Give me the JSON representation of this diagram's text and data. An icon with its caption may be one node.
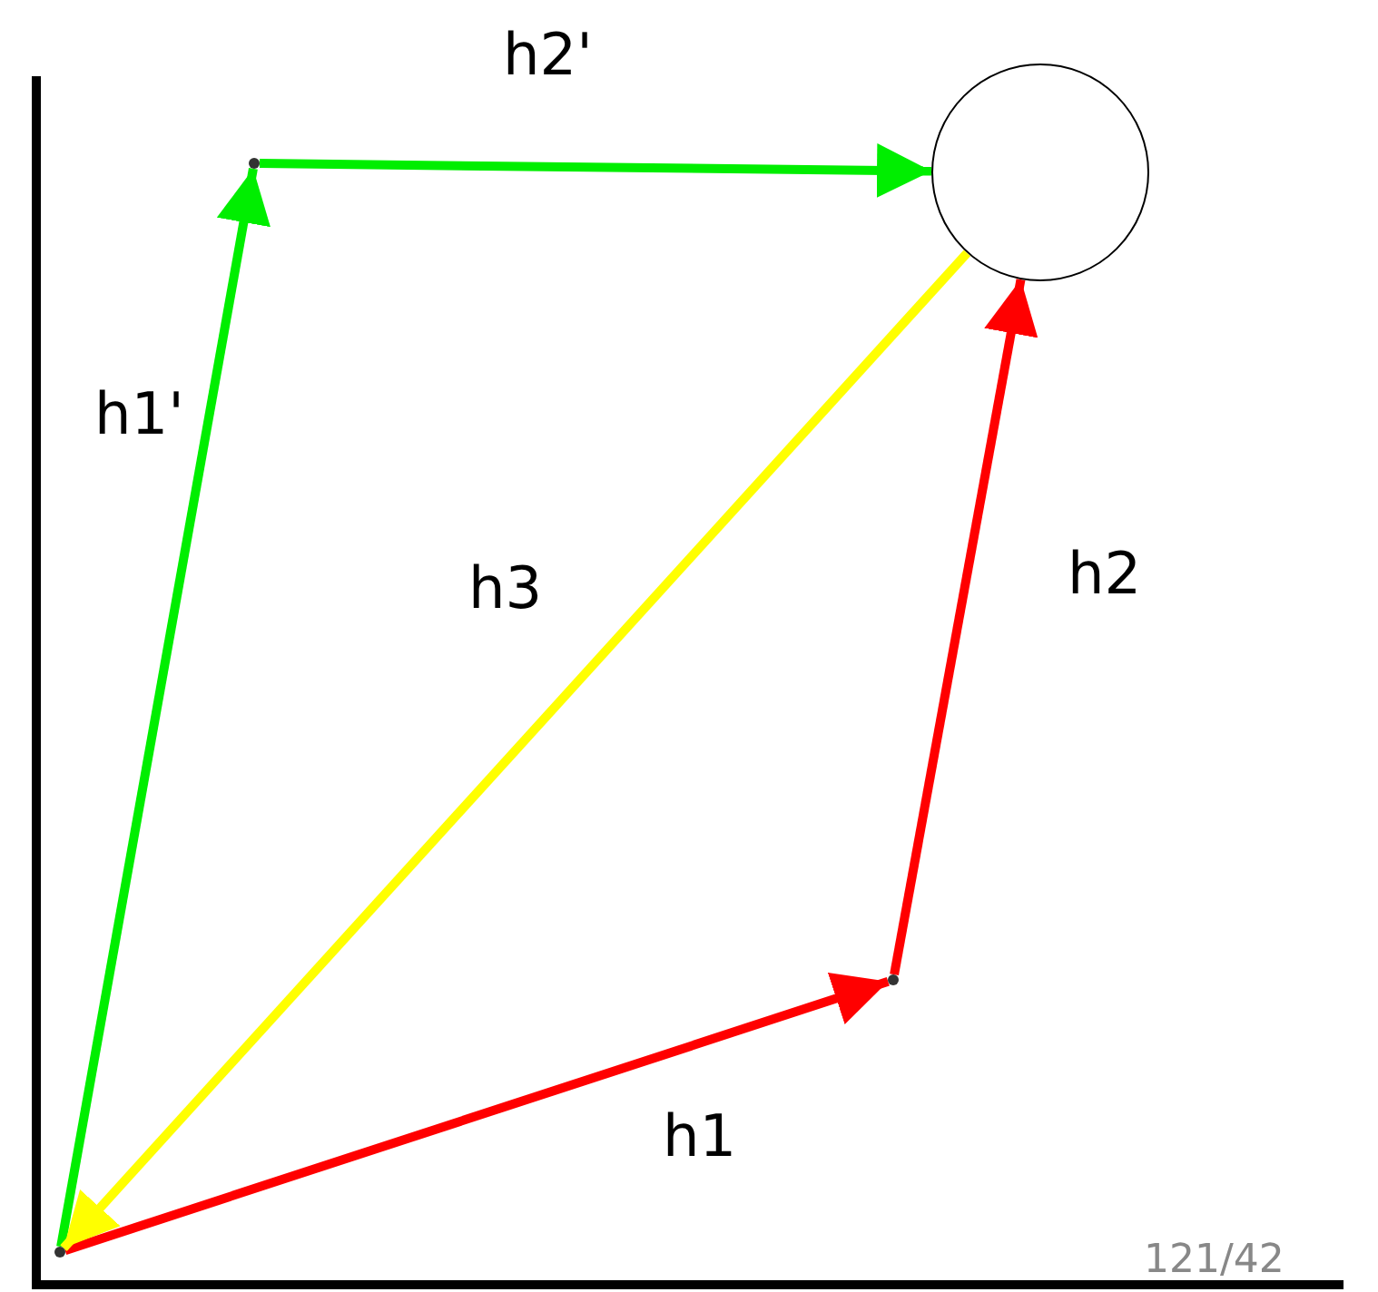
{
  "diagram": {
    "nodes": [
      {
        "text": [],
        "shape": "point"
      },
      {
        "text": [],
        "shape": "point"
      },
      {
        "text": [],
        "shape": "circle"
      },
      {
        "text": [],
        "shape": "point"
      }
    ],
    "edges": [
      {
        "from": 0,
        "to": 1,
        "arrow": "to",
        "label": "h1",
        "color": "#ff0000"
      },
      {
        "from": 1,
        "to": 2,
        "arrow": "to",
        "label": "h2",
        "color": "#ff0000"
      },
      {
        "from": 0,
        "to": 3,
        "arrow": "to",
        "label": "h1'",
        "color": "#00ee00"
      },
      {
        "from": 3,
        "to": 2,
        "arrow": "to",
        "label": "h2'",
        "color": "#00ee00"
      },
      {
        "from": 2,
        "to": 0,
        "arrow": "to",
        "label": "h3",
        "color": "#ffff00"
      }
    ],
    "labels": [
      "121/42"
    ]
  }
}
